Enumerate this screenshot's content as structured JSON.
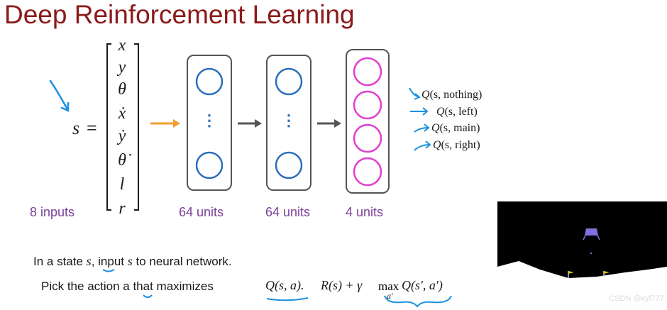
{
  "title": "Deep Reinforcement Learning",
  "state": {
    "symbol": "s",
    "equals": "=",
    "components": [
      "x",
      "y",
      "θ",
      "ẋ",
      "ẏ",
      "θ̇",
      "l",
      "r"
    ],
    "inputs_label": "8 inputs"
  },
  "layers": [
    {
      "label": "64 units",
      "ellipsis": "⋮"
    },
    {
      "label": "64 units",
      "ellipsis": "⋮"
    },
    {
      "label": "4 units"
    }
  ],
  "outputs": [
    {
      "q": "Q",
      "args": "(s, nothing)"
    },
    {
      "q": "Q",
      "args": "(s, left)"
    },
    {
      "q": "Q",
      "args": "(s, main)"
    },
    {
      "q": "Q",
      "args": "(s, right)"
    }
  ],
  "sentences": {
    "line1_prefix": "In a state",
    "line1_s": "s",
    "line1_mid": ", input",
    "line1_s2": "s",
    "line1_suffix": " to neural network.",
    "line2_prefix": "Pick the action a that maximizes",
    "line2_q": "Q(s, a).",
    "line2_formula_a": "R(s) + γ",
    "line2_max": "max",
    "line2_sub": "a′",
    "line2_formula_b": "Q(s′, a′)"
  },
  "watermark": "CSDN @kyf777",
  "colors": {
    "title": "#8b1a1a",
    "input_arrow": "#f0a030",
    "hidden_unit": "#2a6ebb",
    "output_unit": "#e040d0",
    "annotation": "#1e90e0",
    "layer_label": "#7b3f98"
  }
}
